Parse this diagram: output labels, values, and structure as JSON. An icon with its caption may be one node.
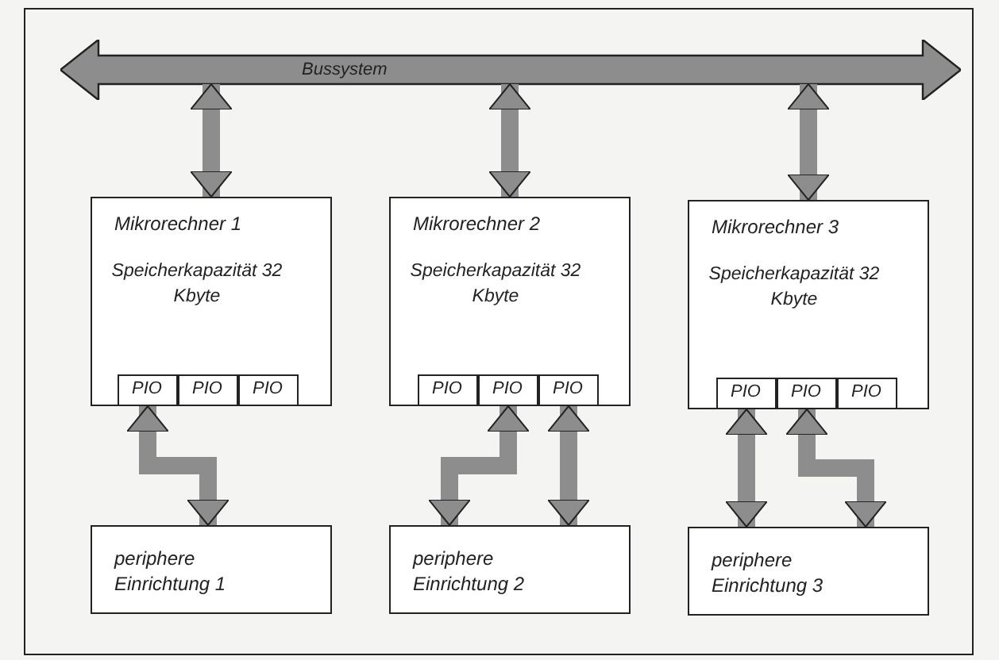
{
  "diagram": {
    "nodes": [
      {
        "text": [
          "Bussystem"
        ]
      },
      {
        "text": [
          "Mikrorechner 1",
          "Speicherkapazität 32 Kbyte"
        ]
      },
      {
        "text": [
          "PIO"
        ],
        "in": 1
      },
      {
        "text": [
          "PIO"
        ],
        "in": 1
      },
      {
        "text": [
          "PIO"
        ],
        "in": 1
      },
      {
        "text": [
          "Mikrorechner 2",
          "Speicherkapazität 32 Kbyte"
        ]
      },
      {
        "text": [
          "PIO"
        ],
        "in": 5
      },
      {
        "text": [
          "PIO"
        ],
        "in": 5
      },
      {
        "text": [
          "PIO"
        ],
        "in": 5
      },
      {
        "text": [
          "Mikrorechner 3",
          "Speicherkapazität 32 Kbyte"
        ]
      },
      {
        "text": [
          "PIO"
        ],
        "in": 9
      },
      {
        "text": [
          "PIO"
        ],
        "in": 9
      },
      {
        "text": [
          "PIO"
        ],
        "in": 9
      },
      {
        "text": [
          "periphere Einrichtung 1"
        ]
      },
      {
        "text": [
          "periphere Einrichtung 2"
        ]
      },
      {
        "text": [
          "periphere Einrichtung 3"
        ]
      }
    ],
    "edges": [
      {
        "from": 0,
        "to": 1,
        "arrow": "both"
      },
      {
        "from": 0,
        "to": 5,
        "arrow": "both"
      },
      {
        "from": 0,
        "to": 9,
        "arrow": "both"
      },
      {
        "from": 2,
        "to": 13,
        "arrow": "both"
      },
      {
        "from": 7,
        "to": 14,
        "arrow": "both"
      },
      {
        "from": 8,
        "to": 14,
        "arrow": "both"
      },
      {
        "from": 10,
        "to": 15,
        "arrow": "both"
      },
      {
        "from": 11,
        "to": 15,
        "arrow": "both"
      }
    ]
  }
}
